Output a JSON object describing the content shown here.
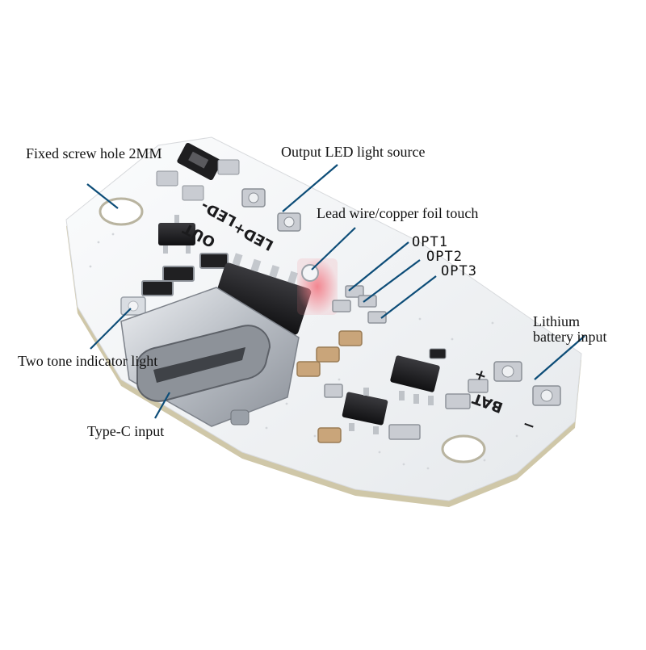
{
  "labels": {
    "screw_hole": "Fixed screw hole 2MM",
    "output_led": "Output LED light source",
    "lead_wire": "Lead wire/copper foil touch",
    "opt1": "OPT1",
    "opt2": "OPT2",
    "opt3": "OPT3",
    "lithium_line1": "Lithium",
    "lithium_line2": "battery input",
    "indicator": "Two tone indicator light",
    "typec": "Type-C input"
  },
  "silkscreen": {
    "led_neg": "LED-",
    "led_pos": "LED+",
    "out": "OUT",
    "bat": "BAT",
    "bat_plus": "+",
    "bat_minus": "−"
  },
  "colors": {
    "board": "#f4f6f7",
    "board_edge": "#c9c2a6",
    "leader": "#0d4d78",
    "chip": "#1c1c1e",
    "pad": "#c9ccd2",
    "connector": "#c7cacf",
    "smd_cap": "#c9a57a",
    "touch_highlight": "#f06b77"
  }
}
